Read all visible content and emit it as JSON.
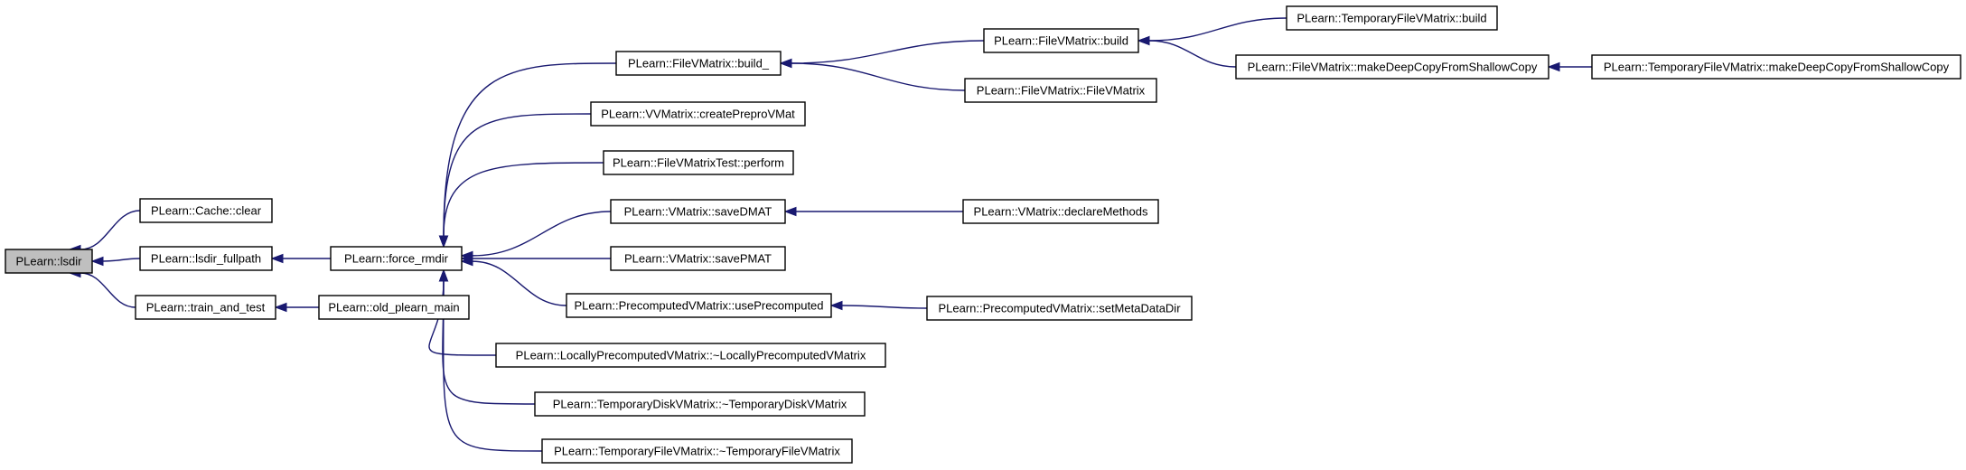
{
  "graph": {
    "nodes": [
      {
        "id": "lsdir",
        "label": "PLearn::lsdir",
        "root": true
      },
      {
        "id": "cache_clear",
        "label": "PLearn::Cache::clear"
      },
      {
        "id": "lsdir_fullpath",
        "label": "PLearn::lsdir_fullpath"
      },
      {
        "id": "train_and_test",
        "label": "PLearn::train_and_test"
      },
      {
        "id": "force_rmdir",
        "label": "PLearn::force_rmdir"
      },
      {
        "id": "old_plearn_main",
        "label": "PLearn::old_plearn_main"
      },
      {
        "id": "fvm_build_",
        "label": "PLearn::FileVMatrix::build_"
      },
      {
        "id": "vvm_createPreproVMat",
        "label": "PLearn::VVMatrix::createPreproVMat"
      },
      {
        "id": "fvmtest_perform",
        "label": "PLearn::FileVMatrixTest::perform"
      },
      {
        "id": "vm_saveDMAT",
        "label": "PLearn::VMatrix::saveDMAT"
      },
      {
        "id": "vm_savePMAT",
        "label": "PLearn::VMatrix::savePMAT"
      },
      {
        "id": "pvm_usePrecomputed",
        "label": "PLearn::PrecomputedVMatrix::usePrecomputed"
      },
      {
        "id": "lpvm_dtor",
        "label": "PLearn::LocallyPrecomputedVMatrix::~LocallyPrecomputedVMatrix"
      },
      {
        "id": "tdvm_dtor",
        "label": "PLearn::TemporaryDiskVMatrix::~TemporaryDiskVMatrix"
      },
      {
        "id": "tfvm_dtor",
        "label": "PLearn::TemporaryFileVMatrix::~TemporaryFileVMatrix"
      },
      {
        "id": "fvm_build",
        "label": "PLearn::FileVMatrix::build"
      },
      {
        "id": "fvm_ctor",
        "label": "PLearn::FileVMatrix::FileVMatrix"
      },
      {
        "id": "vm_declareMethods",
        "label": "PLearn::VMatrix::declareMethods"
      },
      {
        "id": "pvm_setMetaDataDir",
        "label": "PLearn::PrecomputedVMatrix::setMetaDataDir"
      },
      {
        "id": "tfvm_build",
        "label": "PLearn::TemporaryFileVMatrix::build"
      },
      {
        "id": "fvm_mdc",
        "label": "PLearn::FileVMatrix::makeDeepCopyFromShallowCopy"
      },
      {
        "id": "tfvm_mdc",
        "label": "PLearn::TemporaryFileVMatrix::makeDeepCopyFromShallowCopy"
      }
    ],
    "edges": [
      {
        "from": "cache_clear",
        "to": "lsdir"
      },
      {
        "from": "lsdir_fullpath",
        "to": "lsdir"
      },
      {
        "from": "train_and_test",
        "to": "lsdir"
      },
      {
        "from": "force_rmdir",
        "to": "lsdir_fullpath"
      },
      {
        "from": "old_plearn_main",
        "to": "train_and_test"
      },
      {
        "from": "fvm_build_",
        "to": "force_rmdir"
      },
      {
        "from": "vvm_createPreproVMat",
        "to": "force_rmdir"
      },
      {
        "from": "fvmtest_perform",
        "to": "force_rmdir"
      },
      {
        "from": "vm_saveDMAT",
        "to": "force_rmdir"
      },
      {
        "from": "vm_savePMAT",
        "to": "force_rmdir"
      },
      {
        "from": "pvm_usePrecomputed",
        "to": "force_rmdir"
      },
      {
        "from": "lpvm_dtor",
        "to": "force_rmdir"
      },
      {
        "from": "tdvm_dtor",
        "to": "force_rmdir"
      },
      {
        "from": "tfvm_dtor",
        "to": "force_rmdir"
      },
      {
        "from": "fvm_build",
        "to": "fvm_build_"
      },
      {
        "from": "fvm_ctor",
        "to": "fvm_build_"
      },
      {
        "from": "vm_declareMethods",
        "to": "vm_saveDMAT"
      },
      {
        "from": "pvm_setMetaDataDir",
        "to": "pvm_usePrecomputed"
      },
      {
        "from": "tfvm_build",
        "to": "fvm_build"
      },
      {
        "from": "fvm_mdc",
        "to": "fvm_build"
      },
      {
        "from": "tfvm_mdc",
        "to": "fvm_mdc"
      }
    ],
    "colors": {
      "edge": "#191970",
      "node_border": "#000000",
      "node_fill": "#ffffff",
      "root_fill": "#bfbfbf"
    }
  }
}
